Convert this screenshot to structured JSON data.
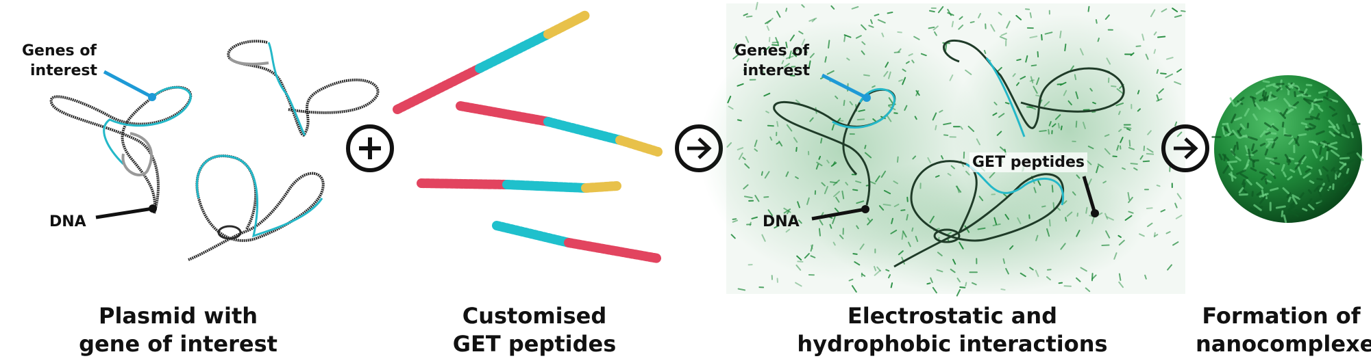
{
  "panels": [
    {
      "id": "plasmid",
      "caption_line1": "Plasmid with",
      "caption_line2": "gene of interest",
      "callouts": {
        "genes_line1": "Genes of",
        "genes_line2": "interest",
        "dna": "DNA"
      }
    },
    {
      "id": "peptides",
      "caption_line1": "Customised",
      "caption_line2": "GET peptides"
    },
    {
      "id": "interactions",
      "caption_line1": "Electrostatic and",
      "caption_line2": "hydrophobic interactions",
      "callouts": {
        "genes_line1": "Genes of",
        "genes_line2": "interest",
        "dna": "DNA",
        "peptides": "GET peptides"
      }
    },
    {
      "id": "nanocomplex",
      "caption_line1": "Formation of",
      "caption_line2": "nanocomplexes"
    }
  ],
  "operators": [
    {
      "symbol": "plus",
      "icon": "plus-icon"
    },
    {
      "symbol": "arrow",
      "icon": "arrow-right-icon"
    },
    {
      "symbol": "arrow",
      "icon": "arrow-right-icon"
    }
  ],
  "colors": {
    "dna": "#2b2b2b",
    "gene": "#24b8c8",
    "gene_pointer": "#1e9ad6",
    "peptide_red": "#e2445f",
    "peptide_cyan": "#1fc0cc",
    "peptide_yellow": "#e8c14a",
    "green": "#1f8a3a"
  }
}
